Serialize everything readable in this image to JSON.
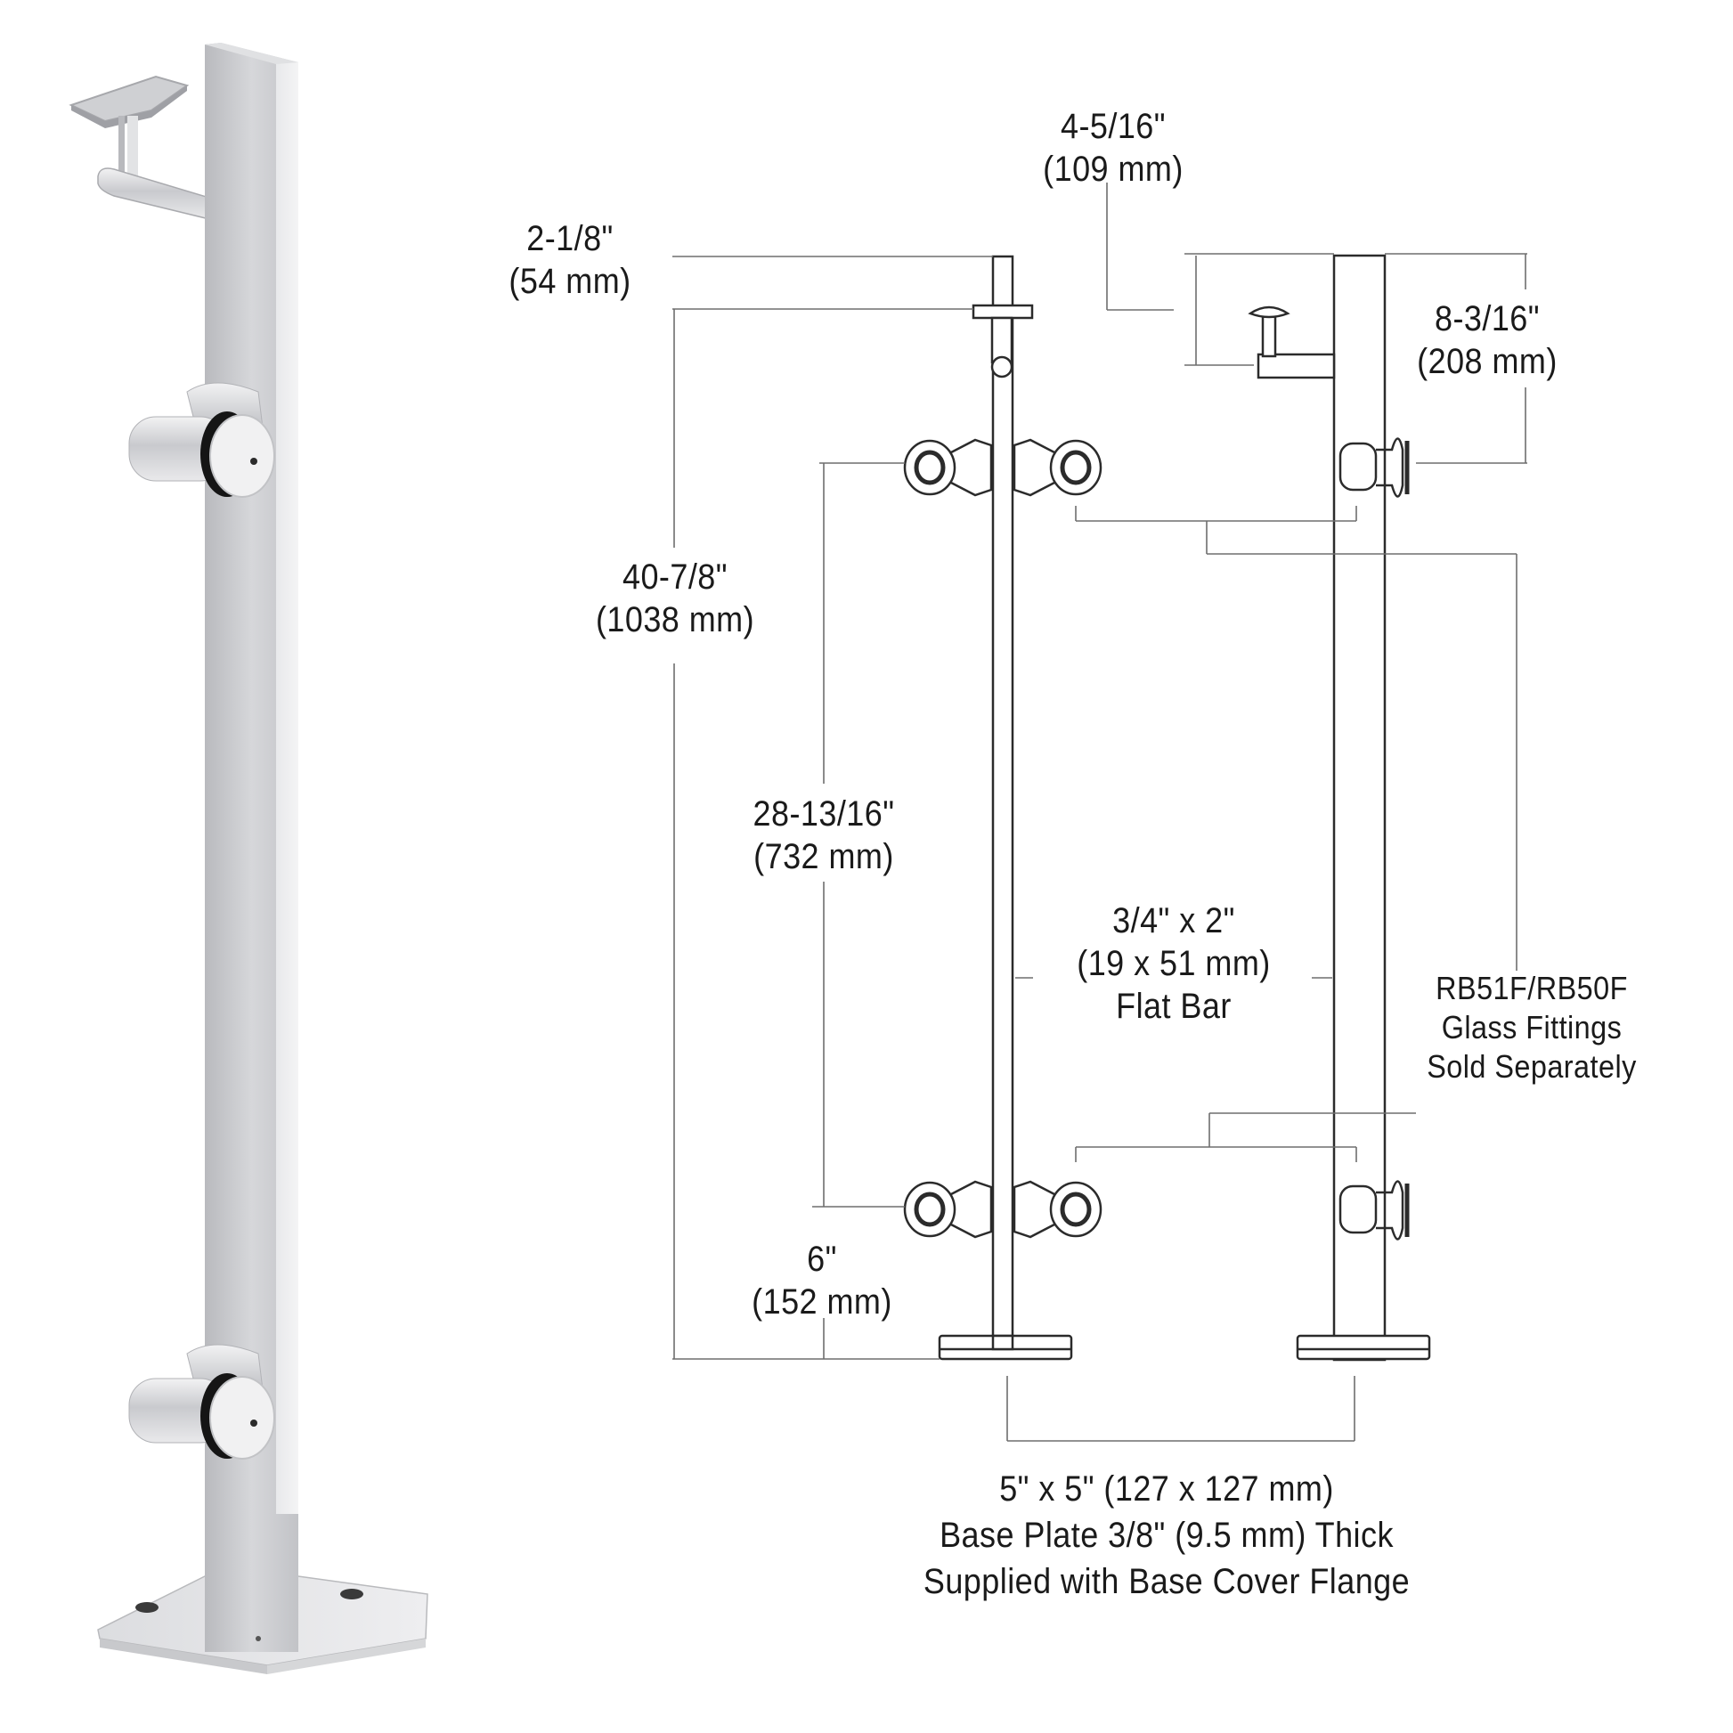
{
  "figure": {
    "title": "Stainless steel glass railing corner post with handrail bracket and glass clamps",
    "colors": {
      "line": "#2b2b2b",
      "dim_line": "#6e6e6e",
      "steel_light": "#e6e6e8",
      "steel_mid": "#c4c5c9",
      "steel_dark": "#9a9ba0",
      "gasket": "#1a1a1a"
    }
  },
  "photo": {
    "alt": "Photograph of brushed stainless flat-bar post with saddle handrail bracket, two round glass clamps and square base plate"
  },
  "dimensions": {
    "handrail_offset": {
      "imperial": "4-5/16\"",
      "metric": "(109 mm)"
    },
    "top_to_saddle": {
      "imperial": "2-1/8\"",
      "metric": "(54 mm)"
    },
    "bracket_height": {
      "imperial": "8-3/16\"",
      "metric": "(208 mm)"
    },
    "overall_height": {
      "imperial": "40-7/8\"",
      "metric": "(1038 mm)"
    },
    "clamp_spacing": {
      "imperial": "28-13/16\"",
      "metric": "(732 mm)"
    },
    "bottom_clamp": {
      "imperial": "6\"",
      "metric": "(152 mm)"
    },
    "flat_bar": {
      "imperial": "3/4\" x 2\"",
      "metric": "(19 x 51 mm)",
      "name": "Flat Bar"
    },
    "fittings_note": {
      "line1": "RB51F/RB50F",
      "line2": "Glass Fittings",
      "line3": "Sold Separately"
    },
    "base_plate": {
      "line1": "5\" x 5\" (127 x 127 mm)",
      "line2": "Base Plate 3/8\" (9.5 mm) Thick",
      "line3": "Supplied with Base Cover Flange"
    }
  }
}
